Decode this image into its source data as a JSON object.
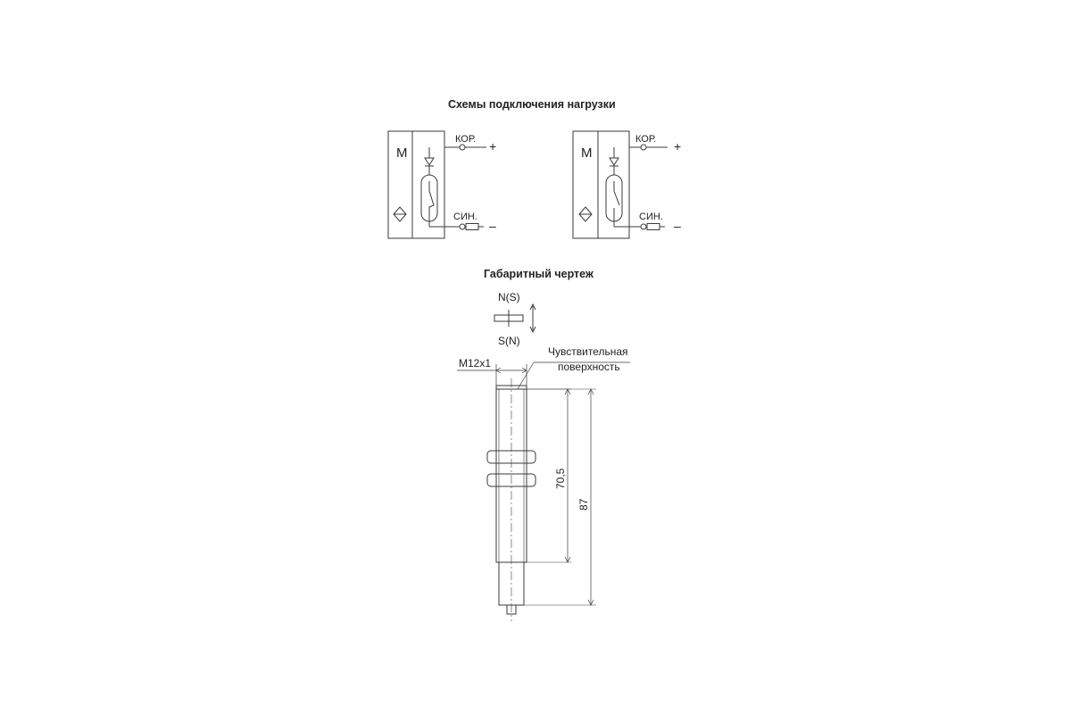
{
  "titles": {
    "schemes": "Схемы подключения нагрузки",
    "dimensions": "Габаритный чертеж"
  },
  "schemes": [
    {
      "block_label": "М",
      "terminal_top": "КОР.",
      "terminal_bottom": "СИН.",
      "polarity_top": "+",
      "polarity_bottom": "–",
      "switch_state": "closed"
    },
    {
      "block_label": "М",
      "terminal_top": "КОР.",
      "terminal_bottom": "СИН.",
      "polarity_top": "+",
      "polarity_bottom": "–",
      "switch_state": "open"
    }
  ],
  "magnet": {
    "pole_top": "N(S)",
    "pole_bottom": "S(N)"
  },
  "dimensions": {
    "thread": "М12х1",
    "sensing_surface_line1": "Чувствительная",
    "sensing_surface_line2": "поверхность",
    "thread_length": "70,5",
    "total_length": "87"
  },
  "colors": {
    "line": "#3a3a3a",
    "text": "#222222"
  }
}
